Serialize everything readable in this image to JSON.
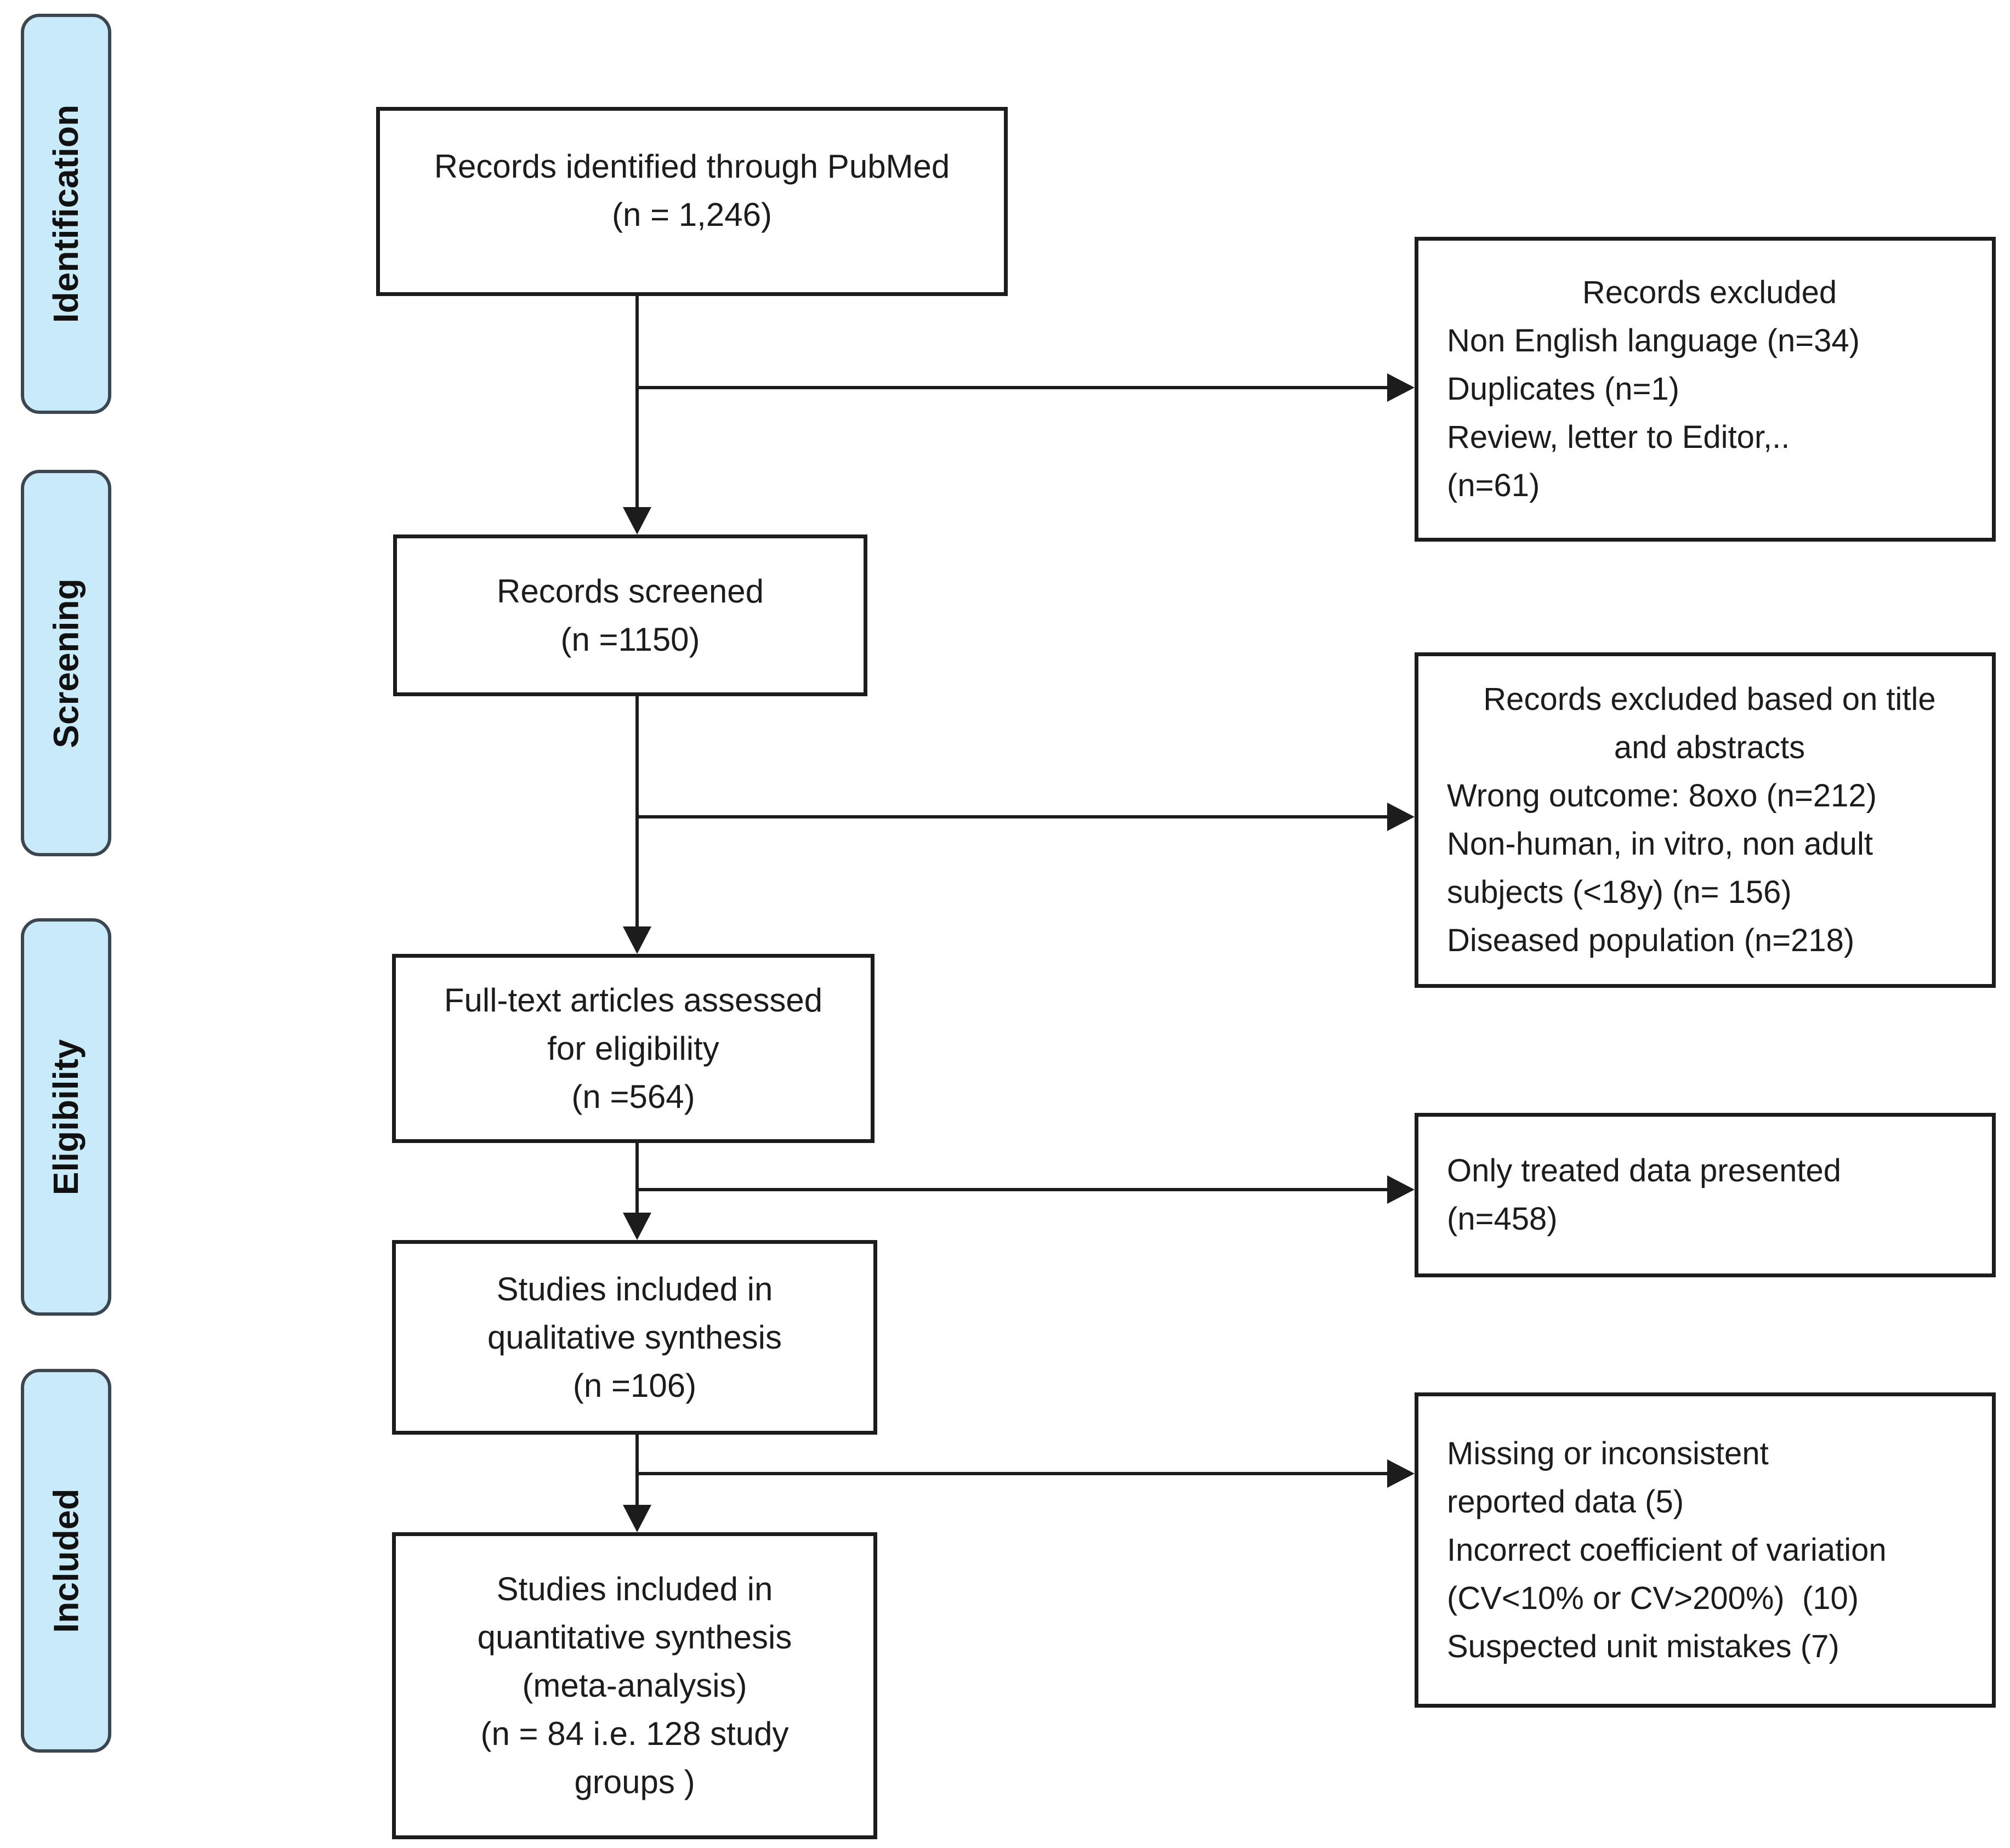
{
  "figure": {
    "type": "prisma-flow-diagram",
    "colors": {
      "background": "#ffffff",
      "stage_fill": "#c9eaf9",
      "stage_border": "#3c4650",
      "box_border": "#1c1c1c",
      "connector": "#1c1c1c",
      "text": "#1c1c1c"
    },
    "stages": [
      {
        "label": "Identification"
      },
      {
        "label": "Screening"
      },
      {
        "label": "Eligibility"
      },
      {
        "label": "Included"
      }
    ],
    "flow_boxes": [
      {
        "lines": [
          "Records identified through PubMed",
          "(n = 1,246)"
        ]
      },
      {
        "lines": [
          "Records screened",
          "(n =1150)"
        ]
      },
      {
        "lines": [
          "Full-text articles assessed",
          "for eligibility",
          "(n =564)"
        ]
      },
      {
        "lines": [
          "Studies included in",
          "qualitative synthesis",
          "(n =106)"
        ]
      },
      {
        "lines": [
          "Studies included in",
          "quantitative synthesis",
          "(meta-analysis)",
          "(n = 84 i.e. 128 study",
          "groups )"
        ]
      }
    ],
    "exclusion_boxes": [
      {
        "heading_lines": [
          "Records excluded"
        ],
        "body_lines": [
          "Non English language (n=34)",
          "Duplicates (n=1)",
          "Review, letter to Editor,..",
          "(n=61)"
        ]
      },
      {
        "heading_lines": [
          "Records excluded based on title",
          "and abstracts"
        ],
        "body_lines": [
          "Wrong outcome: 8oxo (n=212)",
          "Non-human, in vitro, non adult",
          "subjects (<18y) (n= 156)",
          "Diseased population (n=218)"
        ]
      },
      {
        "heading_lines": [],
        "body_lines": [
          "Only treated data presented",
          "(n=458)"
        ]
      },
      {
        "heading_lines": [],
        "body_lines": [
          "Missing or inconsistent",
          "reported data (5)",
          "Incorrect coefficient of variation",
          "(CV<10% or CV>200%)  (10)",
          "Suspected unit mistakes (7)"
        ]
      }
    ]
  }
}
